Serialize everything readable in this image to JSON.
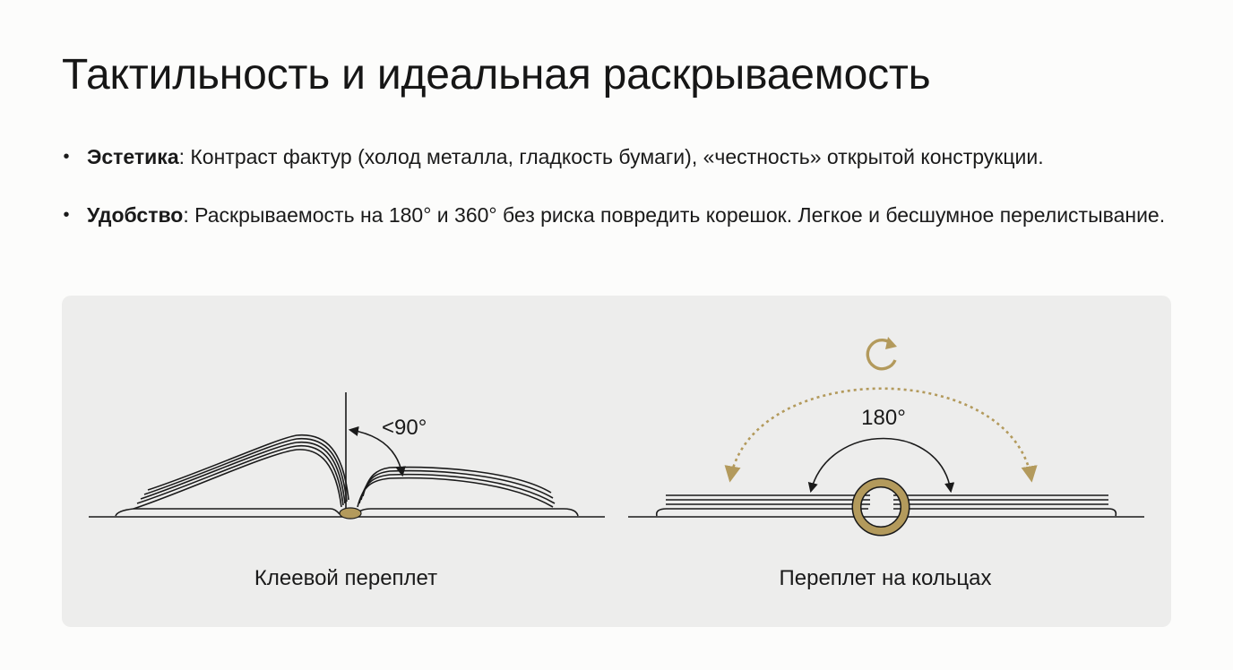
{
  "title": "Тактильность и идеальная раскрываемость",
  "bullets": [
    {
      "term": "Эстетика",
      "text": ": Контраст фактур (холод металла, гладкость бумаги), «честность» открытой конструкции."
    },
    {
      "term": "Удобство",
      "text": ": Раскрываемость на 180° и 360° без риска повредить корешок. Легкое и бесшумное перелистывание."
    }
  ],
  "diagram": {
    "left": {
      "caption": "Клеевой переплет",
      "angle_label": "<90°"
    },
    "right": {
      "caption": "Переплет на кольцах",
      "angle_label": "180°"
    },
    "colors": {
      "line": "#1a1a1a",
      "gold": "#b39a5c",
      "panel": "#ededec"
    },
    "icons": [
      "rotate-icon"
    ]
  }
}
